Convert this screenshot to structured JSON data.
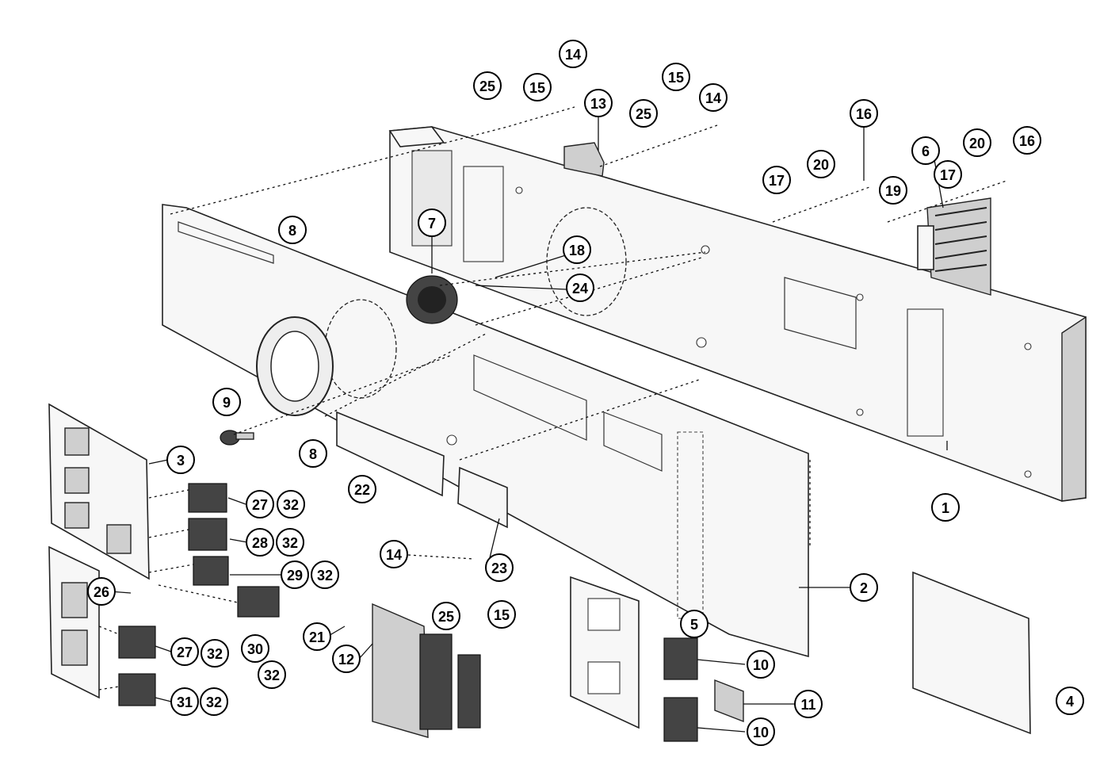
{
  "diagram": {
    "callouts": [
      {
        "label": "1"
      },
      {
        "label": "2"
      },
      {
        "label": "3"
      },
      {
        "label": "4"
      },
      {
        "label": "5"
      },
      {
        "label": "6"
      },
      {
        "label": "7"
      },
      {
        "label": "8"
      },
      {
        "label": "8"
      },
      {
        "label": "9"
      },
      {
        "label": "10"
      },
      {
        "label": "10"
      },
      {
        "label": "11"
      },
      {
        "label": "12"
      },
      {
        "label": "13"
      },
      {
        "label": "14"
      },
      {
        "label": "14"
      },
      {
        "label": "14"
      },
      {
        "label": "15"
      },
      {
        "label": "15"
      },
      {
        "label": "15"
      },
      {
        "label": "16"
      },
      {
        "label": "16"
      },
      {
        "label": "17"
      },
      {
        "label": "17"
      },
      {
        "label": "18"
      },
      {
        "label": "19"
      },
      {
        "label": "20"
      },
      {
        "label": "20"
      },
      {
        "label": "21"
      },
      {
        "label": "22"
      },
      {
        "label": "23"
      },
      {
        "label": "24"
      },
      {
        "label": "25"
      },
      {
        "label": "25"
      },
      {
        "label": "25"
      },
      {
        "label": "26"
      },
      {
        "label": "27"
      },
      {
        "label": "32"
      },
      {
        "label": "28"
      },
      {
        "label": "32"
      },
      {
        "label": "29"
      },
      {
        "label": "32"
      },
      {
        "label": "30"
      },
      {
        "label": "32"
      },
      {
        "label": "27"
      },
      {
        "label": "32"
      },
      {
        "label": "31"
      },
      {
        "label": "32"
      }
    ]
  }
}
